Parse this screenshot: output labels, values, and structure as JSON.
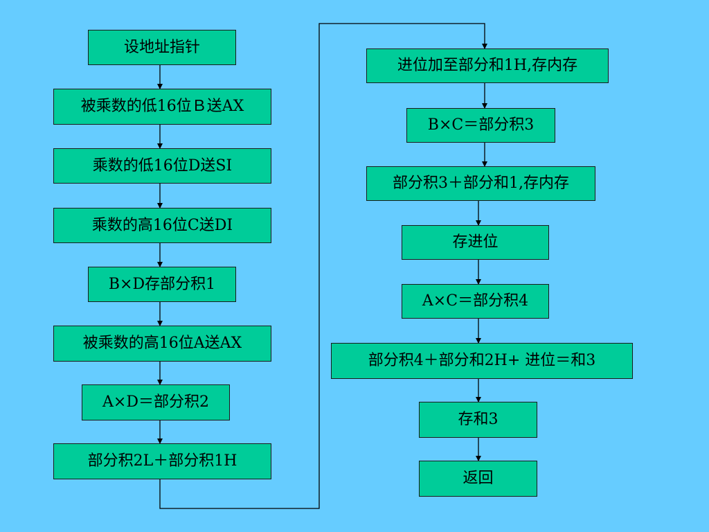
{
  "colors": {
    "background": "#66ccff",
    "box_fill": "#00cc99",
    "box_border": "#1b1b1b",
    "line": "#000000"
  },
  "left_column": [
    {
      "id": "l1",
      "text": "设地址指针"
    },
    {
      "id": "l2",
      "text": "被乘数的低16位Ｂ送AX"
    },
    {
      "id": "l3",
      "text": "乘数的低16位D送SI"
    },
    {
      "id": "l4",
      "text": "乘数的高16位C送DI"
    },
    {
      "id": "l5",
      "text": "B×D存部分积1"
    },
    {
      "id": "l6",
      "text": "被乘数的高16位A送AX"
    },
    {
      "id": "l7",
      "text": "A×D＝部分积2"
    },
    {
      "id": "l8",
      "text": "部分积2L＋部分积1H"
    }
  ],
  "right_column": [
    {
      "id": "r1",
      "text": "进位加至部分和1H,存内存"
    },
    {
      "id": "r2",
      "text": "B×C＝部分积3"
    },
    {
      "id": "r3",
      "text": "部分积3＋部分和1,存内存"
    },
    {
      "id": "r4",
      "text": "存进位"
    },
    {
      "id": "r5",
      "text": "A×C＝部分积4"
    },
    {
      "id": "r6",
      "text": "部分积4＋部分和2H+ 进位＝和3"
    },
    {
      "id": "r7",
      "text": "存和3"
    },
    {
      "id": "r8",
      "text": "返回"
    }
  ],
  "edges": [
    [
      "l1",
      "l2"
    ],
    [
      "l2",
      "l3"
    ],
    [
      "l3",
      "l4"
    ],
    [
      "l4",
      "l5"
    ],
    [
      "l5",
      "l6"
    ],
    [
      "l6",
      "l7"
    ],
    [
      "l7",
      "l8"
    ],
    [
      "l8",
      "r1"
    ],
    [
      "r1",
      "r2"
    ],
    [
      "r2",
      "r3"
    ],
    [
      "r3",
      "r4"
    ],
    [
      "r4",
      "r5"
    ],
    [
      "r5",
      "r6"
    ],
    [
      "r6",
      "r7"
    ],
    [
      "r7",
      "r8"
    ]
  ]
}
